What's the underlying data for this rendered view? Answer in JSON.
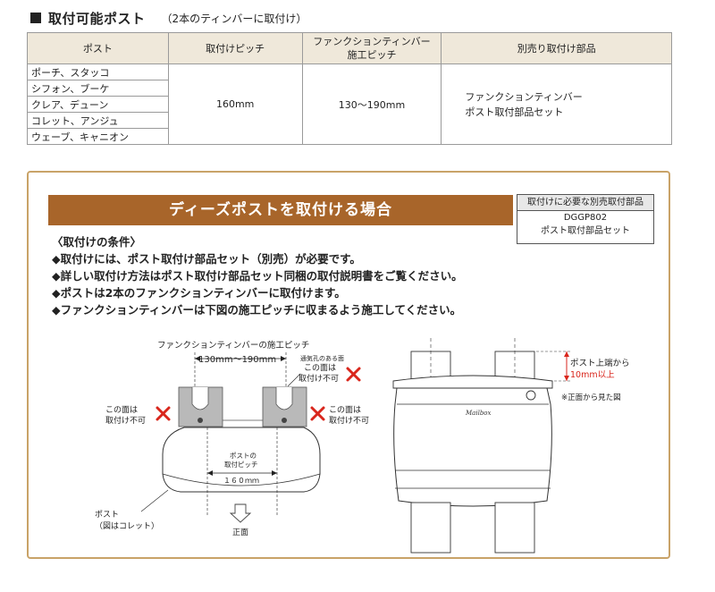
{
  "header": {
    "title": "取付可能ポスト",
    "subtitle": "（2本のティンバーに取付け）"
  },
  "table": {
    "columns": [
      "ポスト",
      "取付けピッチ",
      "ファンクションティンバー\n施工ピッチ",
      "別売り取付け部品"
    ],
    "col3_line1": "ファンクションティンバー",
    "col3_line2": "施工ピッチ",
    "posts": [
      "ポーチ、スタッコ",
      "シフォン、ブーケ",
      "クレア、デューン",
      "コレット、アンジュ",
      "ウェーブ、キャニオン"
    ],
    "pitch": "160mm",
    "timber_pitch": "130〜190mm",
    "parts_line1": "ファンクションティンバー",
    "parts_line2": "ポスト取付部品セット"
  },
  "panel": {
    "band_title": "ディーズポストを取付ける場合",
    "sidebox_title": "取付けに必要な別売取付部品",
    "sidebox_code": "DGGP802",
    "sidebox_name": "ポスト取付部品セット",
    "conditions_title": "〈取付けの条件〉",
    "conditions": [
      "◆取付けには、ポスト取付け部品セット（別売）が必要です。",
      "◆詳しい取付け方法はポスト取付け部品セット同梱の取付説明書をご覧ください。",
      "◆ポストは2本のファンクションティンバーに取付けます。",
      "◆ファンクションティンバーは下図の施工ピッチに収まるよう施工してください。"
    ]
  },
  "diagram_left": {
    "timber_pitch_label": "ファンクションティンバーの施工ピッチ",
    "timber_pitch_value": "130mm〜190mm",
    "vent_label": "通気孔のある面",
    "no_mount_right": "この面は\n取付け不可",
    "no_mount_right_l1": "この面は",
    "no_mount_right_l2": "取付け不可",
    "no_mount_left_l1": "この面は",
    "no_mount_left_l2": "取付け不可",
    "no_mount_side_l1": "この面は",
    "no_mount_side_l2": "取付け不可",
    "post_pitch_l1": "ポストの",
    "post_pitch_l2": "取付ピッチ",
    "post_pitch_value": "１６０ｍｍ",
    "post_label_l1": "ポスト",
    "post_label_l2": "（図はコレット）",
    "front_label": "正面",
    "cross_color": "#d9261c"
  },
  "diagram_right": {
    "offset_l1": "ポスト上端から",
    "offset_l2": "10mm以上",
    "view_note": "※正面から見た図",
    "logo_text": "Mailbox"
  },
  "colors": {
    "table_header_bg": "#efe8da",
    "panel_border": "#c9a368",
    "band_bg": "#a8652a",
    "accent_red": "#d9261c"
  }
}
